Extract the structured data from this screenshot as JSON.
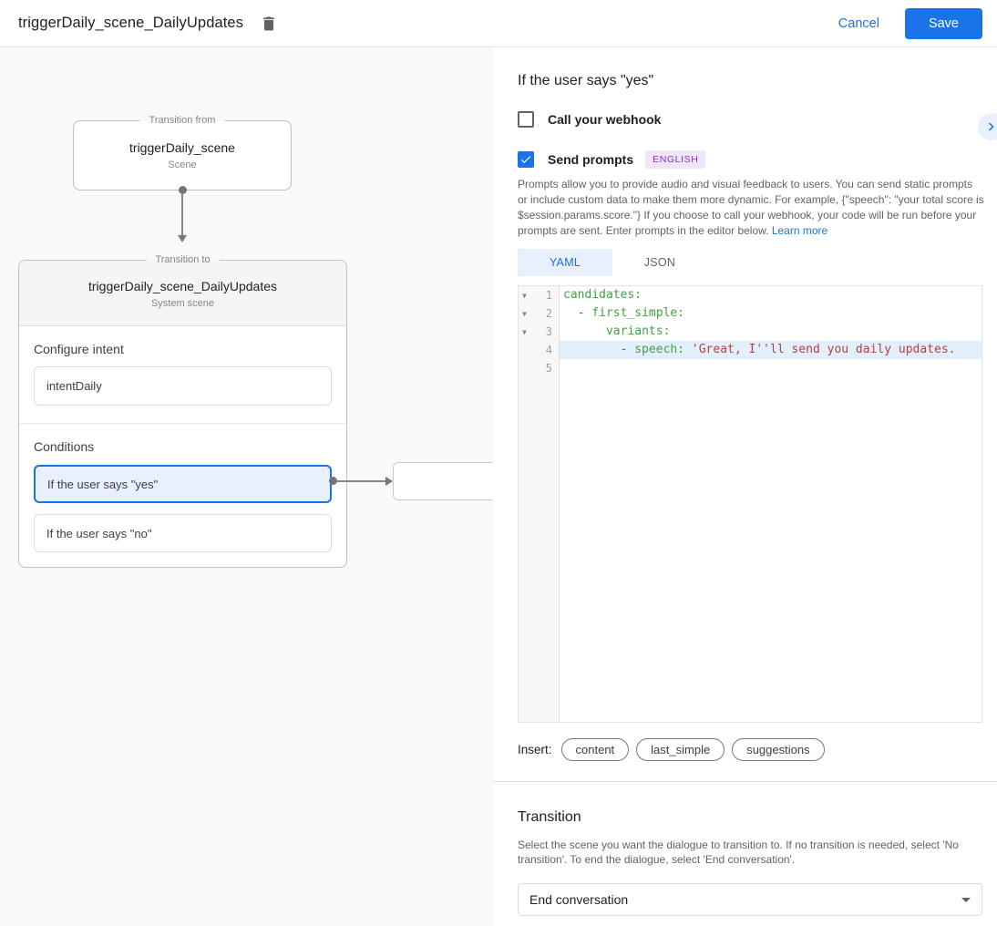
{
  "colors": {
    "accent": "#1a73e8",
    "selected_fill": "#e8f0fe",
    "line_highlight": "#e3effc",
    "code_key": "#43a047",
    "code_string": "#b0423c",
    "code_plain": "#5f6368",
    "badge_bg": "#f0e6fa",
    "badge_text": "#8430ce"
  },
  "header": {
    "title": "triggerDaily_scene_DailyUpdates",
    "cancel_label": "Cancel",
    "save_label": "Save"
  },
  "canvas": {
    "transition_from": {
      "legend": "Transition from",
      "title": "triggerDaily_scene",
      "subtitle": "Scene"
    },
    "transition_to": {
      "legend": "Transition to",
      "title": "triggerDaily_scene_DailyUpdates",
      "subtitle": "System scene"
    },
    "configure_intent": {
      "label": "Configure intent",
      "value": "intentDaily"
    },
    "conditions": {
      "label": "Conditions",
      "items": [
        {
          "label": "If the user says \"yes\"",
          "selected": true
        },
        {
          "label": "If the user says \"no\"",
          "selected": false
        }
      ]
    }
  },
  "panel": {
    "title": "If the user says \"yes\"",
    "webhook": {
      "label": "Call your webhook",
      "checked": false
    },
    "prompts": {
      "label": "Send prompts",
      "checked": true,
      "badge": "ENGLISH",
      "description": "Prompts allow you to provide audio and visual feedback to users. You can send static prompts or include custom data to make them more dynamic. For example, {\"speech\": \"your total score is $session.params.score.\"} If you choose to call your webhook, your code will be run before your prompts are sent. Enter prompts in the editor below. ",
      "learn_more": "Learn more"
    },
    "tabs": [
      {
        "label": "YAML",
        "active": true
      },
      {
        "label": "JSON",
        "active": false
      }
    ],
    "editor": {
      "lines": [
        {
          "num": "1",
          "fold": true,
          "highlight": false,
          "tokens": [
            [
              "key",
              "candidates:"
            ]
          ]
        },
        {
          "num": "2",
          "fold": true,
          "highlight": false,
          "tokens": [
            [
              "plain",
              "  - "
            ],
            [
              "key",
              "first_simple:"
            ]
          ]
        },
        {
          "num": "3",
          "fold": true,
          "highlight": false,
          "tokens": [
            [
              "plain",
              "      "
            ],
            [
              "key",
              "variants:"
            ]
          ]
        },
        {
          "num": "4",
          "fold": false,
          "highlight": true,
          "tokens": [
            [
              "plain",
              "        - "
            ],
            [
              "key",
              "speech:"
            ],
            [
              "plain",
              " "
            ],
            [
              "str",
              "'Great, I''ll send you daily updates."
            ]
          ]
        },
        {
          "num": "5",
          "fold": false,
          "highlight": false,
          "tokens": []
        }
      ]
    },
    "insert": {
      "label": "Insert:",
      "pills": [
        "content",
        "last_simple",
        "suggestions"
      ]
    },
    "transition": {
      "title": "Transition",
      "description": "Select the scene you want the dialogue to transition to. If no transition is needed, select 'No transition'. To end the dialogue, select 'End conversation'.",
      "select_value": "End conversation"
    }
  }
}
